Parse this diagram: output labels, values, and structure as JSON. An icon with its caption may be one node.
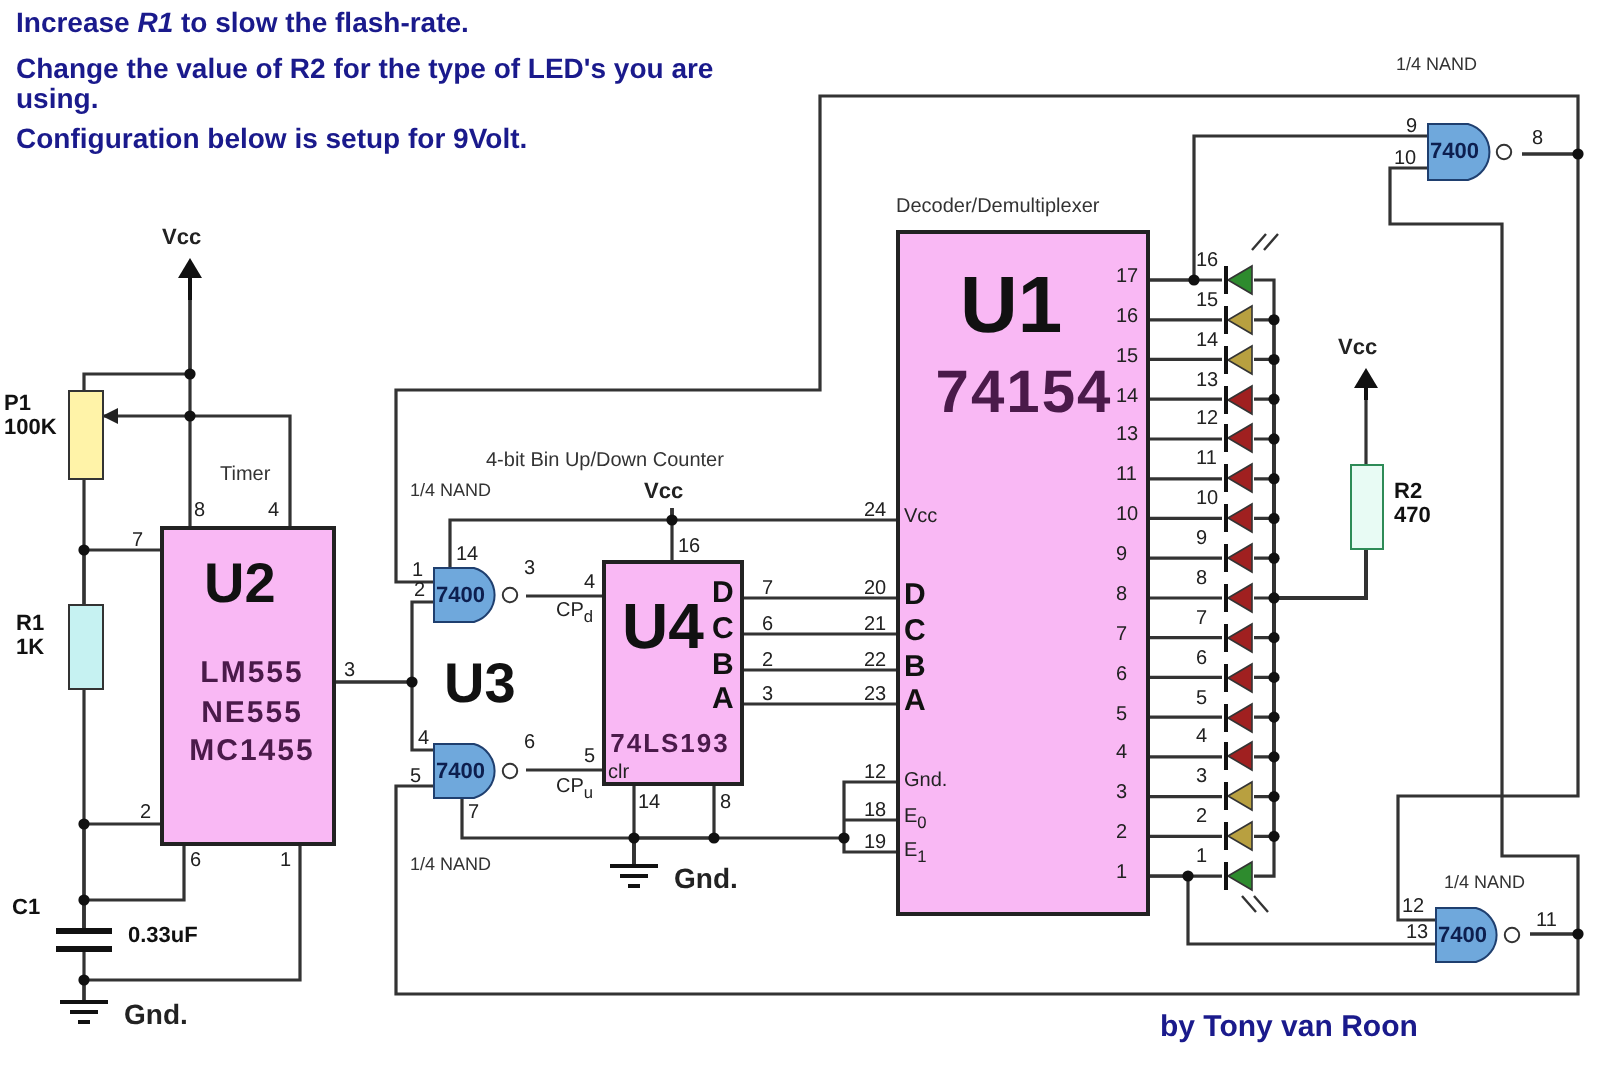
{
  "diagram": {
    "nodes": [
      {
        "text": [
          "Vcc"
        ]
      },
      {
        "text": [],
        "shape": "box",
        "beside": [
          "P1 100K"
        ]
      },
      {
        "text": [
          "U2",
          "LM555 NE555 MC1455"
        ],
        "beside": [
          "Timer"
        ]
      },
      {
        "text": [],
        "shape": "box",
        "beside": [
          "R1 1K"
        ]
      },
      {
        "text": [],
        "shape": "capacitor",
        "beside": [
          "C1",
          "0.33uF"
        ]
      },
      {
        "text": [
          "Gnd."
        ]
      },
      {
        "text": [
          "7400"
        ],
        "beside": [
          "1/4 NAND"
        ]
      },
      {
        "text": [
          "7400"
        ],
        "beside": [
          "1/4 NAND"
        ]
      },
      {
        "text": [
          "Vcc"
        ]
      },
      {
        "text": [
          "U4",
          "74LS193"
        ]
      },
      {
        "text": [
          "Gnd."
        ]
      },
      {
        "text": [
          "U1",
          "74154"
        ],
        "beside": [
          "Decoder/Demultiplexer"
        ]
      },
      {
        "text": [],
        "shape": "diode",
        "beside": [
          "16"
        ]
      },
      {
        "text": [],
        "shape": "diode",
        "beside": [
          "15"
        ]
      },
      {
        "text": [],
        "shape": "diode",
        "beside": [
          "14"
        ]
      },
      {
        "text": [],
        "shape": "diode",
        "beside": [
          "13"
        ]
      },
      {
        "text": [],
        "shape": "diode",
        "beside": [
          "12"
        ]
      },
      {
        "text": [],
        "shape": "diode",
        "beside": [
          "11"
        ]
      },
      {
        "text": [],
        "shape": "diode",
        "beside": [
          "10"
        ]
      },
      {
        "text": [],
        "shape": "diode",
        "beside": [
          "9"
        ]
      },
      {
        "text": [],
        "shape": "diode",
        "beside": [
          "8"
        ]
      },
      {
        "text": [],
        "shape": "diode",
        "beside": [
          "7"
        ]
      },
      {
        "text": [],
        "shape": "diode",
        "beside": [
          "6"
        ]
      },
      {
        "text": [],
        "shape": "diode",
        "beside": [
          "5"
        ]
      },
      {
        "text": [],
        "shape": "diode",
        "beside": [
          "4"
        ]
      },
      {
        "text": [],
        "shape": "diode",
        "beside": [
          "3"
        ]
      },
      {
        "text": [],
        "shape": "diode",
        "beside": [
          "2"
        ]
      },
      {
        "text": [],
        "shape": "diode",
        "beside": [
          "1"
        ]
      },
      {
        "text": [
          "Vcc"
        ]
      },
      {
        "text": [],
        "shape": "box",
        "beside": [
          "R2 470"
        ]
      },
      {
        "text": [
          "7400"
        ],
        "beside": [
          "1/4 NAND"
        ]
      },
      {
        "text": [
          "7400"
        ],
        "beside": [
          "1/4 NAND"
        ]
      }
    ],
    "edges": [
      {
        "from": 1,
        "to": 0,
        "arrow": "none"
      },
      {
        "from": 2,
        "to": 0,
        "arrow": "none"
      },
      {
        "from": 2,
        "to": 1,
        "arrow": "to"
      },
      {
        "from": 1,
        "to": 3,
        "arrow": "none"
      },
      {
        "from": 3,
        "to": 2,
        "arrow": "none"
      },
      {
        "from": 3,
        "to": 4,
        "arrow": "none"
      },
      {
        "from": 4,
        "to": 2,
        "arrow": "none"
      },
      {
        "from": 4,
        "to": 2,
        "arrow": "none"
      },
      {
        "from": 4,
        "to": 5,
        "arrow": "none"
      },
      {
        "from": 2,
        "to": 5,
        "arrow": "none"
      },
      {
        "from": 2,
        "to": 6,
        "arrow": "none"
      },
      {
        "from": 2,
        "to": 7,
        "arrow": "none"
      },
      {
        "from": 6,
        "to": 9,
        "arrow": "none"
      },
      {
        "from": 7,
        "to": 9,
        "arrow": "none"
      },
      {
        "from": 8,
        "to": 9,
        "arrow": "none"
      },
      {
        "from": 8,
        "to": 11,
        "arrow": "none"
      },
      {
        "from": 8,
        "to": 6,
        "arrow": "none"
      },
      {
        "from": 9,
        "to": 11,
        "arrow": "none"
      },
      {
        "from": 9,
        "to": 11,
        "arrow": "none"
      },
      {
        "from": 9,
        "to": 11,
        "arrow": "none"
      },
      {
        "from": 9,
        "to": 11,
        "arrow": "none"
      },
      {
        "from": 9,
        "to": 10,
        "arrow": "none"
      },
      {
        "from": 9,
        "to": 10,
        "arrow": "none"
      },
      {
        "from": 7,
        "to": 10,
        "arrow": "none"
      },
      {
        "from": 11,
        "to": 10,
        "arrow": "none"
      },
      {
        "from": 11,
        "to": 12,
        "arrow": "none"
      },
      {
        "from": 11,
        "to": 13,
        "arrow": "none"
      },
      {
        "from": 11,
        "to": 14,
        "arrow": "none"
      },
      {
        "from": 11,
        "to": 15,
        "arrow": "none"
      },
      {
        "from": 11,
        "to": 16,
        "arrow": "none"
      },
      {
        "from": 11,
        "to": 17,
        "arrow": "none"
      },
      {
        "from": 11,
        "to": 18,
        "arrow": "none"
      },
      {
        "from": 11,
        "to": 19,
        "arrow": "none"
      },
      {
        "from": 11,
        "to": 20,
        "arrow": "none"
      },
      {
        "from": 11,
        "to": 21,
        "arrow": "none"
      },
      {
        "from": 11,
        "to": 22,
        "arrow": "none"
      },
      {
        "from": 11,
        "to": 23,
        "arrow": "none"
      },
      {
        "from": 11,
        "to": 24,
        "arrow": "none"
      },
      {
        "from": 11,
        "to": 25,
        "arrow": "none"
      },
      {
        "from": 11,
        "to": 26,
        "arrow": "none"
      },
      {
        "from": 11,
        "to": 27,
        "arrow": "none"
      },
      {
        "from": 12,
        "to": 29,
        "arrow": "none"
      },
      {
        "from": 13,
        "to": 29,
        "arrow": "none"
      },
      {
        "from": 14,
        "to": 29,
        "arrow": "none"
      },
      {
        "from": 15,
        "to": 29,
        "arrow": "none"
      },
      {
        "from": 16,
        "to": 29,
        "arrow": "none"
      },
      {
        "from": 17,
        "to": 29,
        "arrow": "none"
      },
      {
        "from": 18,
        "to": 29,
        "arrow": "none"
      },
      {
        "from": 19,
        "to": 29,
        "arrow": "none"
      },
      {
        "from": 20,
        "to": 29,
        "arrow": "none"
      },
      {
        "from": 21,
        "to": 29,
        "arrow": "none"
      },
      {
        "from": 22,
        "to": 29,
        "arrow": "none"
      },
      {
        "from": 23,
        "to": 29,
        "arrow": "none"
      },
      {
        "from": 24,
        "to": 29,
        "arrow": "none"
      },
      {
        "from": 25,
        "to": 29,
        "arrow": "none"
      },
      {
        "from": 26,
        "to": 29,
        "arrow": "none"
      },
      {
        "from": 27,
        "to": 29,
        "arrow": "none"
      },
      {
        "from": 29,
        "to": 28,
        "arrow": "none"
      },
      {
        "from": 11,
        "to": 30,
        "arrow": "none"
      },
      {
        "from": 11,
        "to": 31,
        "arrow": "none"
      },
      {
        "from": 30,
        "to": 31,
        "arrow": "none"
      },
      {
        "from": 31,
        "to": 30,
        "arrow": "none"
      },
      {
        "from": 30,
        "to": 6,
        "arrow": "none"
      },
      {
        "from": 31,
        "to": 7,
        "arrow": "none"
      }
    ],
    "labels": [
      "Increase *R1* to slow the flash-rate.",
      "Change the value of R2 for the type of LED's you are using.",
      "Configuration below is setup for 9Volt.",
      "8",
      "4",
      "7",
      "3",
      "2",
      "6",
      "1",
      "4-bit Bin Up/Down Counter",
      "14",
      "1",
      "3",
      "2",
      "4",
      "CP$_{d}$",
      "U3",
      "4",
      "6",
      "5",
      "5",
      "CP$_{u}$",
      "7",
      "16",
      "D",
      "C",
      "B",
      "A",
      "7",
      "6",
      "2",
      "3",
      "20",
      "21",
      "22",
      "23",
      "clr",
      "14",
      "8",
      "24",
      "Vcc",
      "D",
      "C",
      "B",
      "A",
      "12",
      "Gnd.",
      "18",
      "E$_{0}$",
      "19",
      "E$_{1}$",
      "17",
      "16",
      "15",
      "14",
      "13",
      "11",
      "10",
      "9",
      "8",
      "7",
      "6",
      "5",
      "4",
      "3",
      "2",
      "1",
      "9",
      "10",
      "8",
      "12",
      "13",
      "11",
      "by Tony van Roon"
    ]
  }
}
